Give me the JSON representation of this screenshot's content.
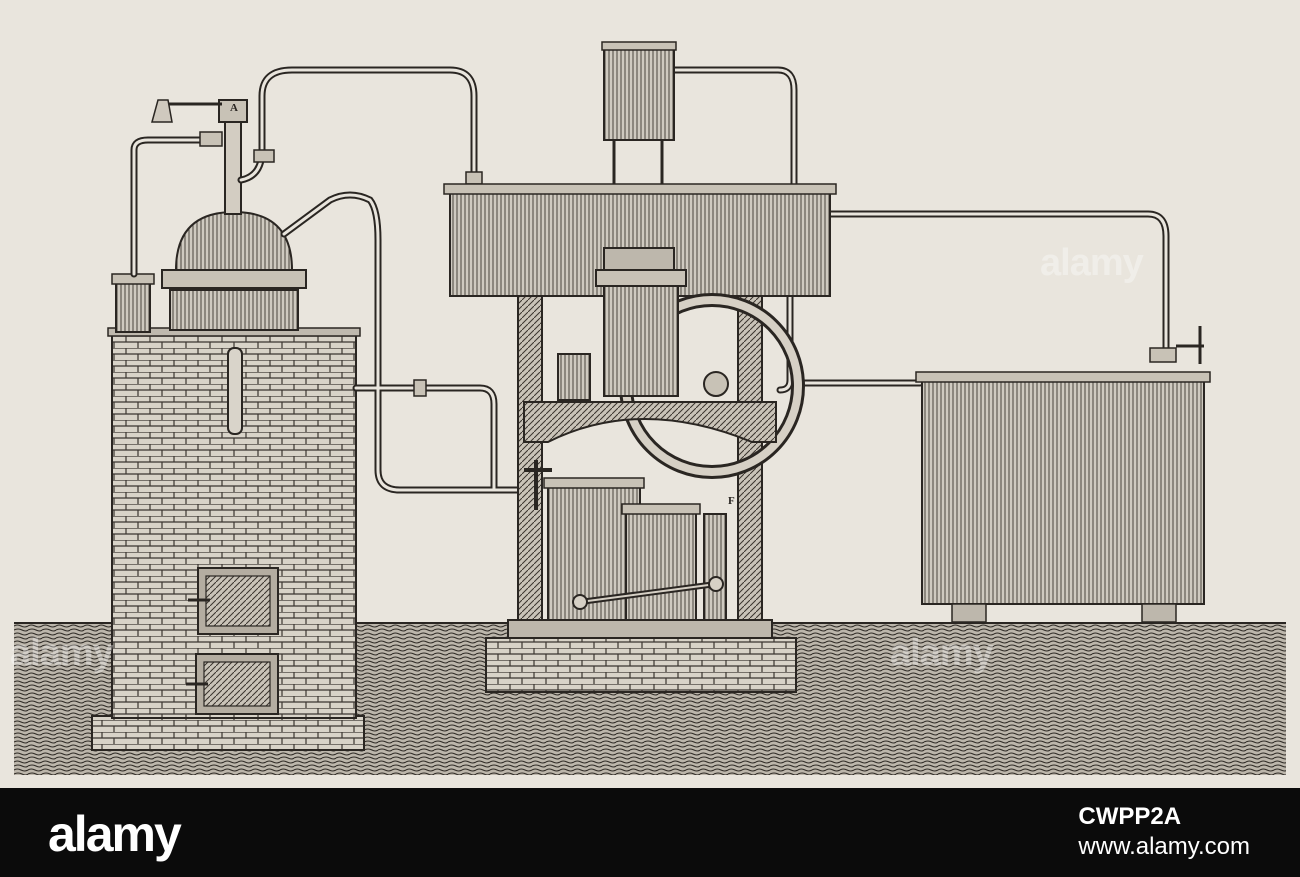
{
  "image": {
    "subject": "ice-making-machine-engraving",
    "plate_letters": {
      "a": "A",
      "f": "F"
    }
  },
  "watermarks": [
    "alamy",
    "alamy",
    "alamy"
  ],
  "footer": {
    "logo": "alamy",
    "image_id": "CWPP2A",
    "url": "www.alamy.com"
  },
  "colors": {
    "paper": "#e9e5dd",
    "ink": "#2a2622",
    "footer_bg": "#0b0b0b",
    "footer_text": "#ffffff"
  }
}
